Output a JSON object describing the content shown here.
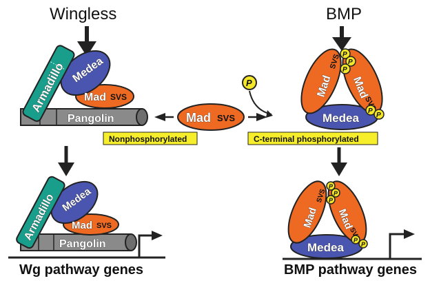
{
  "titles": {
    "wingless": "Wingless",
    "bmp": "BMP"
  },
  "proteins": {
    "armadillo": "Armadillo",
    "medea": "Medea",
    "mad": "Mad",
    "svs": "SVS",
    "pangolin": "Pangolin",
    "phospho": "P"
  },
  "states": {
    "nonphosphorylated": "Nonphosphorylated",
    "c_terminal_phosphorylated": "C-terminal phosphorylated"
  },
  "genes": {
    "wg": "Wg pathway genes",
    "bmp": "BMP pathway genes"
  },
  "colors": {
    "armadillo": "#1a9e8c",
    "medea": "#4a55b0",
    "mad": "#ee6a22",
    "pangolin": "#8a8a8a",
    "phospho": "#f4e628",
    "label_box": "#f6ee2a"
  }
}
